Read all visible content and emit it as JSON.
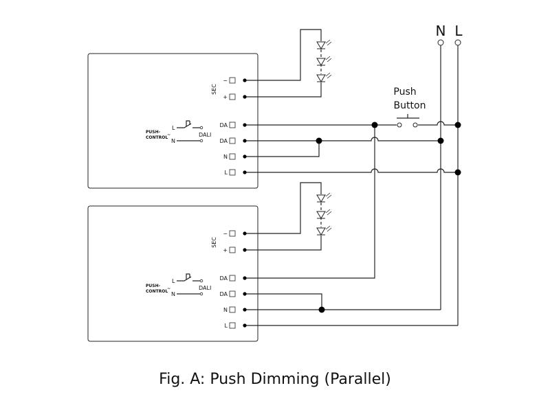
{
  "title": "Fig. A: Push Dimming (Parallel)",
  "mains": {
    "n_label": "N",
    "l_label": "L"
  },
  "push_button": {
    "line1": "Push",
    "line2": "Button"
  },
  "drivers": [
    {
      "sec_label": "SEC",
      "terminals": [
        "−",
        "+",
        "DA",
        "DA",
        "N",
        "L"
      ],
      "push_control": {
        "line1": "PUSH-",
        "line2": "CONTROL",
        "tilde": "~",
        "l": "L",
        "n": "N",
        "dali": "DALI"
      }
    },
    {
      "sec_label": "SEC",
      "terminals": [
        "−",
        "+",
        "DA",
        "DA",
        "N",
        "L"
      ],
      "push_control": {
        "line1": "PUSH-",
        "line2": "CONTROL",
        "tilde": "~",
        "l": "L",
        "n": "N",
        "dali": "DALI"
      }
    }
  ]
}
